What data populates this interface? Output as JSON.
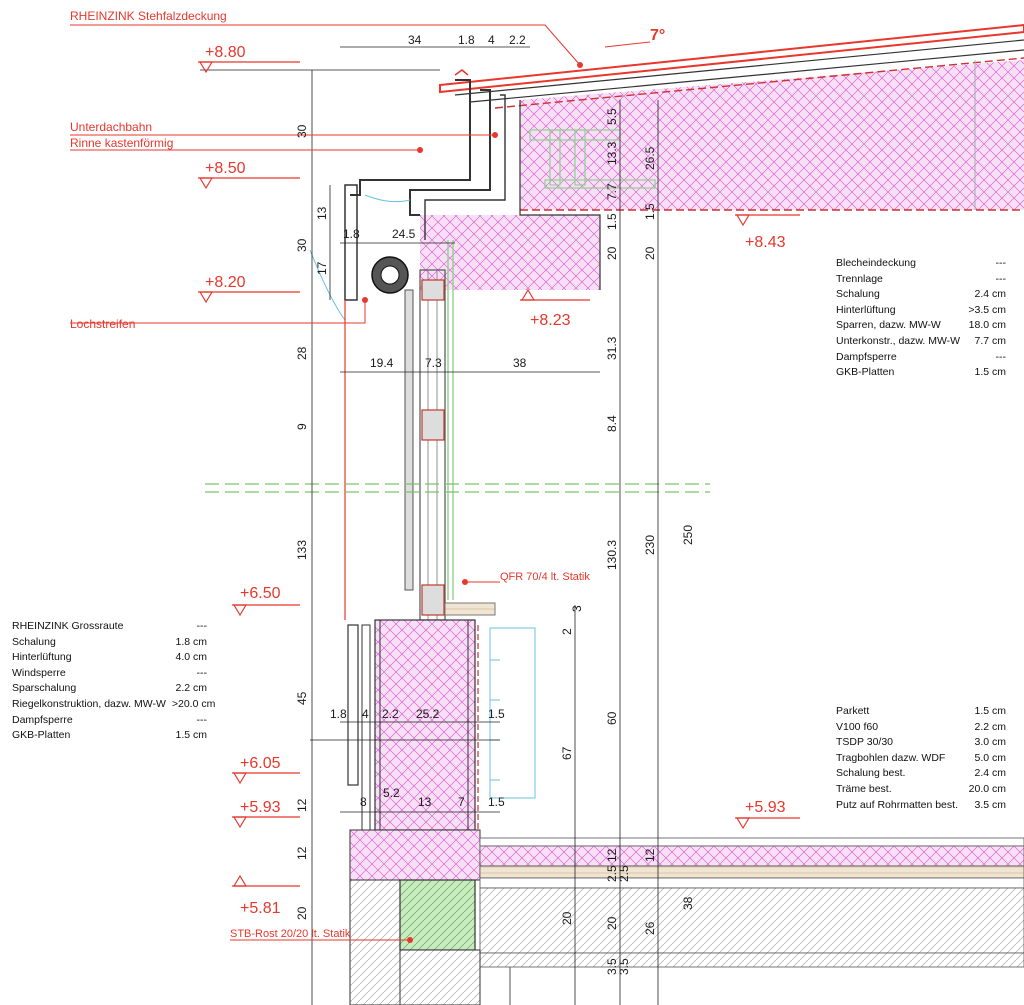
{
  "labels": {
    "rheinzink_stehfalz": "RHEINZINK Stehfalzdeckung",
    "unterdachbahn": "Unterdachbahn",
    "rinne": "Rinne kastenförmig",
    "lochstreifen": "Lochstreifen",
    "qfr": "QFR 70/4 lt. Statik",
    "stb_rost": "STB-Rost 20/20 lt. Statik",
    "slope": "7°"
  },
  "levels": [
    "+8.80",
    "+8.50",
    "+8.20",
    "+8.43",
    "+8.23",
    "+6.50",
    "+6.05",
    "+5.93",
    "+5.93",
    "+5.81"
  ],
  "dimensions": {
    "top": [
      "34",
      "1.8",
      "4",
      "2.2"
    ],
    "vertical_left": [
      "30",
      "13",
      "30",
      "17",
      "28",
      "9",
      "133",
      "45",
      "12",
      "12",
      "20"
    ],
    "upper_mid": [
      "1.8",
      "24.5",
      "19.4",
      "7.3",
      "38"
    ],
    "roof_layers": [
      "5.5",
      "13.3",
      "26.5",
      "7.7",
      "1.5",
      "1.5",
      "20",
      "20"
    ],
    "right_vertical": [
      "31.3",
      "8.4",
      "130.3",
      "230",
      "250"
    ],
    "window_sill": [
      "2",
      "3"
    ],
    "wall": [
      "1.8",
      "4",
      "2.2",
      "25.2",
      "1.5",
      "8",
      "5.2",
      "13",
      "7",
      "1.5"
    ],
    "wall_height": [
      "60",
      "67"
    ],
    "floor": [
      "12",
      "12",
      "2.5",
      "2.5",
      "20",
      "20",
      "26",
      "38",
      "3.5",
      "3.5"
    ]
  },
  "roof_spec": [
    {
      "name": "Blecheindeckung",
      "value": "---"
    },
    {
      "name": "Trennlage",
      "value": "---"
    },
    {
      "name": "Schalung",
      "value": "2.4 cm"
    },
    {
      "name": "Hinterlüftung",
      "value": ">3.5 cm"
    },
    {
      "name": "Sparren, dazw. MW-W",
      "value": "18.0 cm"
    },
    {
      "name": "Unterkonstr., dazw. MW-W",
      "value": "7.7 cm"
    },
    {
      "name": "Dampfsperre",
      "value": "---"
    },
    {
      "name": "GKB-Platten",
      "value": "1.5 cm"
    }
  ],
  "wall_spec": [
    {
      "name": "RHEINZINK Grossraute",
      "value": "---"
    },
    {
      "name": "Schalung",
      "value": "1.8 cm"
    },
    {
      "name": "Hinterlüftung",
      "value": "4.0 cm"
    },
    {
      "name": "Windsperre",
      "value": "---"
    },
    {
      "name": "Sparschalung",
      "value": "2.2 cm"
    },
    {
      "name": "Riegelkonstruktion, dazw. MW-W",
      "value": ">20.0 cm"
    },
    {
      "name": "Dampfsperre",
      "value": "---"
    },
    {
      "name": "GKB-Platten",
      "value": "1.5 cm"
    }
  ],
  "floor_spec": [
    {
      "name": "Parkett",
      "value": "1.5 cm"
    },
    {
      "name": "V100 f60",
      "value": "2.2 cm"
    },
    {
      "name": "TSDP 30/30",
      "value": "3.0 cm"
    },
    {
      "name": "Tragbohlen dazw. WDF",
      "value": "5.0 cm"
    },
    {
      "name": "Schalung best.",
      "value": "2.4 cm"
    },
    {
      "name": "Träme best.",
      "value": "20.0 cm"
    },
    {
      "name": "Putz auf Rohrmatten best.",
      "value": "3.5 cm"
    }
  ],
  "colors": {
    "annotation": "#e8372c",
    "insulation": "#d94fd0",
    "timber": "#8fd28f",
    "concrete": "#7ac36a"
  }
}
